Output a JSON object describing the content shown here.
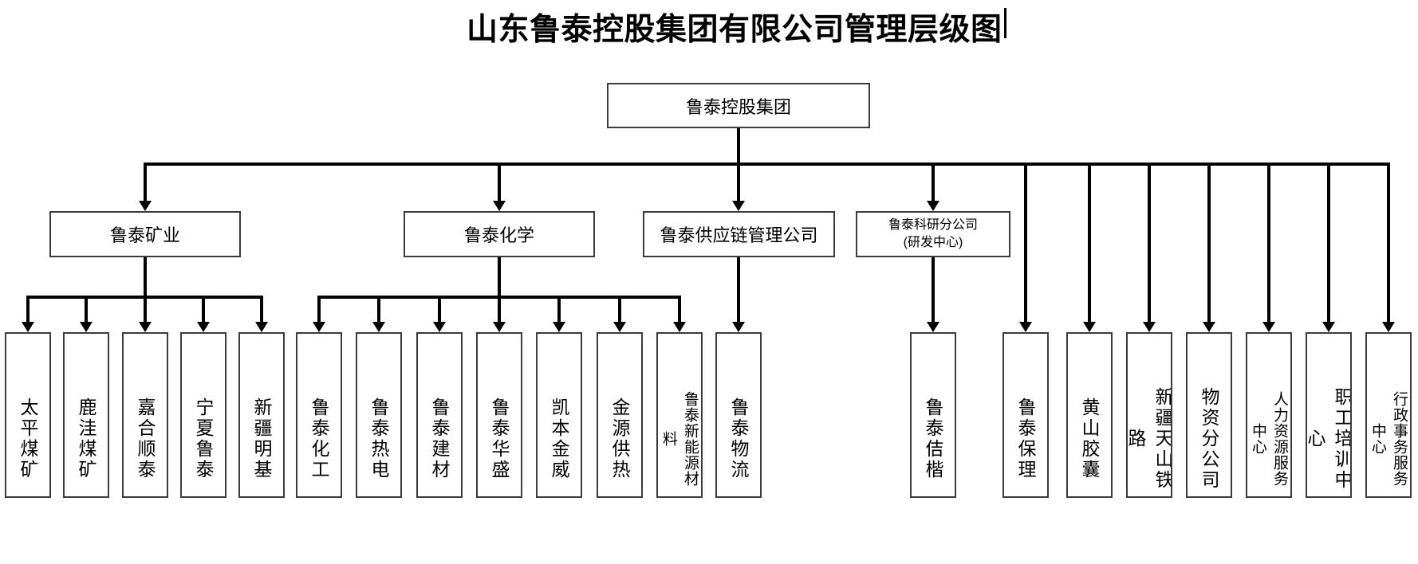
{
  "title": {
    "text": "山东鲁泰控股集团有限公司管理层级图"
  },
  "root": {
    "label": "鲁泰控股集团"
  },
  "divisions": [
    {
      "label": "鲁泰矿业",
      "children": [
        "太平煤矿",
        "鹿洼煤矿",
        "嘉合顺泰",
        "宁夏鲁泰",
        "新疆明基"
      ]
    },
    {
      "label": "鲁泰化学",
      "children": [
        "鲁泰化工",
        "鲁泰热电",
        "鲁泰建材",
        "鲁泰华盛",
        "凯本金威",
        "金源供热",
        "鲁泰新能源材料"
      ]
    },
    {
      "label": "鲁泰供应链管理公司",
      "children": [
        "鲁泰物流"
      ]
    },
    {
      "label": "鲁泰科研分公司",
      "label_line2": "(研发中心)",
      "children": [
        "鲁泰佶楷"
      ]
    }
  ],
  "direct_subsidiaries": [
    "鲁泰保理",
    "黄山胶囊",
    "新疆天山铁路",
    "物资分公司",
    "人力资源服务中心",
    "职工培训中心",
    "行政事务服务中心"
  ],
  "colors": {
    "line": "#000000",
    "box_border": "#3c3c3c",
    "text": "#000000",
    "background": "#ffffff"
  }
}
